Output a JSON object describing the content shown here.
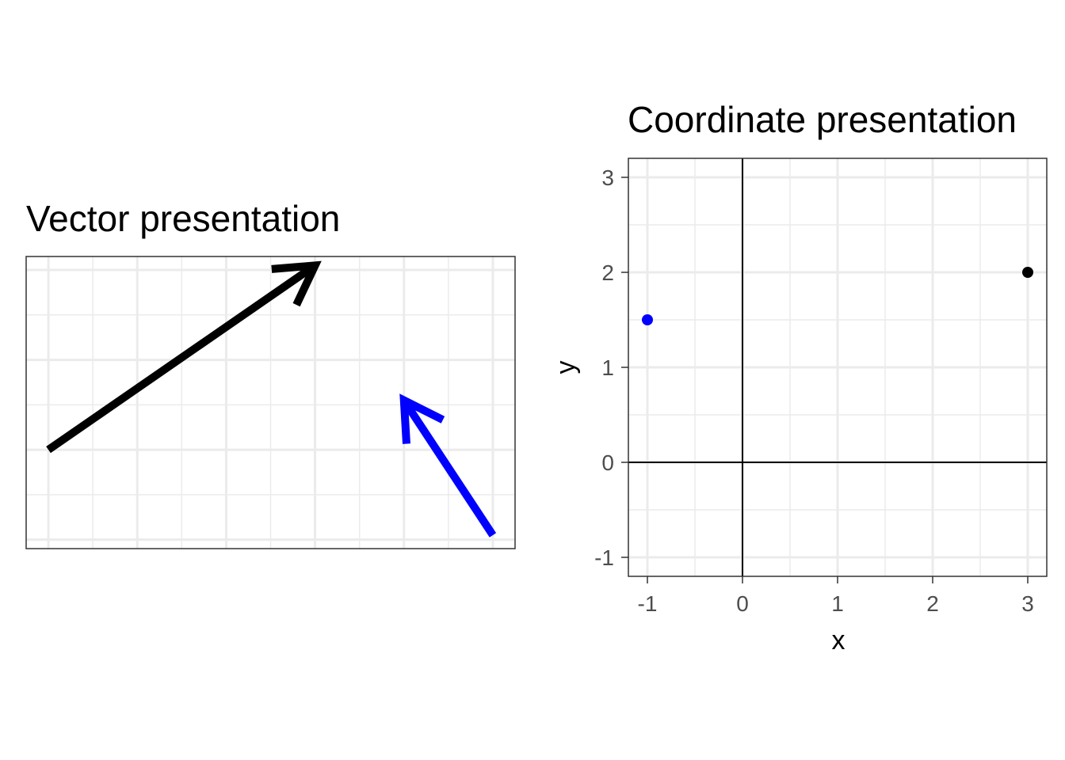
{
  "chart_data": [
    {
      "type": "vector",
      "title": "Vector presentation",
      "xlim": [
        0,
        5.5
      ],
      "ylim": [
        0,
        3.25
      ],
      "grid": true,
      "axes_shown": false,
      "series": [
        {
          "from": [
            0.25,
            1.1
          ],
          "to": [
            3.25,
            3.15
          ],
          "color": "#000000"
        },
        {
          "from": [
            5.25,
            0.15
          ],
          "to": [
            4.25,
            1.65
          ],
          "color": "#0000ff"
        }
      ]
    },
    {
      "type": "scatter",
      "title": "Coordinate presentation",
      "xlabel": "x",
      "ylabel": "y",
      "xlim": [
        -1.2,
        3.2
      ],
      "ylim": [
        -1.2,
        3.2
      ],
      "x_ticks": [
        "-1",
        "0",
        "1",
        "2",
        "3"
      ],
      "y_ticks": [
        "-1",
        "0",
        "1",
        "2",
        "3"
      ],
      "grid": true,
      "reference_lines": {
        "x": 0,
        "y": 0
      },
      "points": [
        {
          "x": 3,
          "y": 2,
          "color": "#000000"
        },
        {
          "x": -1,
          "y": 1.5,
          "color": "#0000ff"
        }
      ]
    }
  ]
}
